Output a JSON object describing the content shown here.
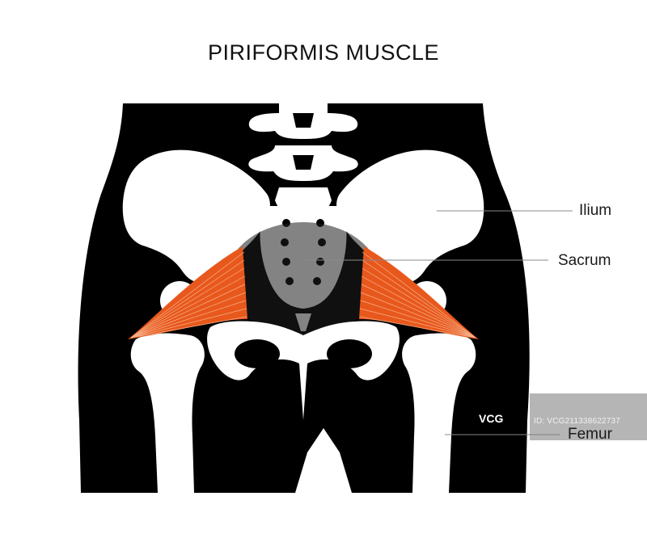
{
  "diagram": {
    "title": "PIRIFORMIS MUSCLE",
    "labels": {
      "ilium": "Ilium",
      "sacrum": "Sacrum",
      "femur": "Femur"
    },
    "colors": {
      "body": "#000000",
      "bone": "#ffffff",
      "muscle": "#e8581c",
      "muscle_light": "#f29a6a",
      "leader_line": "#888888"
    }
  },
  "watermark": {
    "brand": "VCG",
    "id_text": "ID: VCG211338622737"
  }
}
